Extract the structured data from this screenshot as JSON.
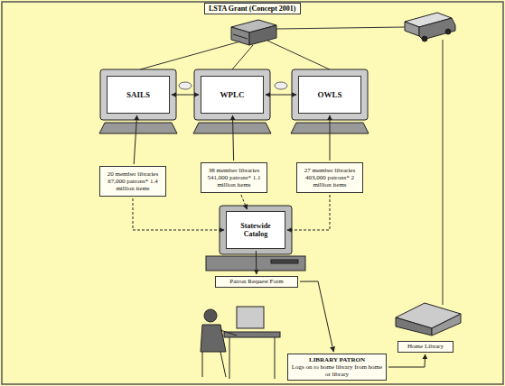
{
  "diagram": {
    "title": "LSTA Grant (Concept 2001)",
    "nodes": [
      {
        "text": [
          "SAILS"
        ]
      },
      {
        "text": [
          "WPLC"
        ]
      },
      {
        "text": [
          "OWLS"
        ]
      },
      {
        "text": [
          "20 member libraries 67,000 patrons* 1.4 million items"
        ]
      },
      {
        "text": [
          "38 member libraries 541,000 patrons* 1.1 million items"
        ]
      },
      {
        "text": [
          "27 member libraries 403,000 patrons* 2 million items"
        ]
      },
      {
        "text": [
          "Statewide Catalog"
        ]
      },
      {
        "text": [
          "Patron Request Form"
        ]
      },
      {
        "text": [
          "Home Library"
        ]
      },
      {
        "text": [
          "LIBRARY PATRON",
          "Logs on to home library from home or library"
        ]
      }
    ],
    "edges": [
      {
        "from": 0,
        "to": 1,
        "arrow": "both"
      },
      {
        "from": 1,
        "to": 2,
        "arrow": "both"
      },
      {
        "from": 3,
        "to": 0,
        "arrow": "to"
      },
      {
        "from": 4,
        "to": 1,
        "arrow": "to"
      },
      {
        "from": 5,
        "to": 2,
        "arrow": "to"
      },
      {
        "from": 3,
        "to": 6,
        "arrow": "to"
      },
      {
        "from": 4,
        "to": 6,
        "arrow": "to"
      },
      {
        "from": 5,
        "to": 6,
        "arrow": "to"
      },
      {
        "from": 6,
        "to": 7,
        "arrow": "to"
      },
      {
        "from": 7,
        "to": 9,
        "arrow": "to"
      },
      {
        "from": 9,
        "to": 8,
        "arrow": "to"
      }
    ]
  }
}
